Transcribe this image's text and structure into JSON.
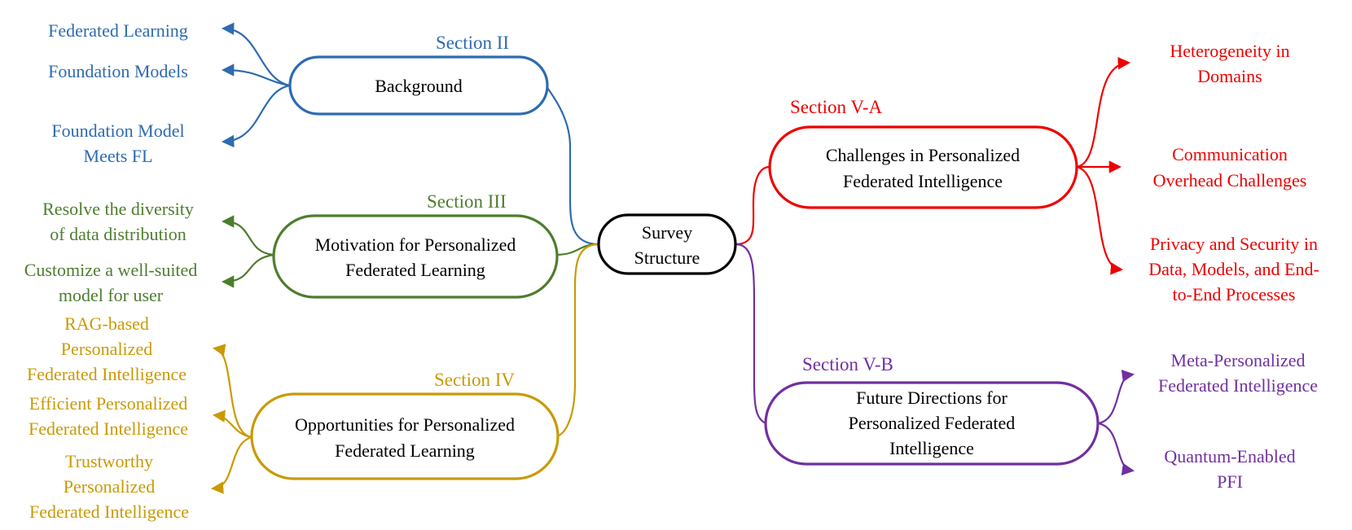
{
  "center": {
    "line1": "Survey",
    "line2": "Structure"
  },
  "colors": {
    "blue": "#2e6bb0",
    "green": "#4e7d2e",
    "gold": "#c99a05",
    "red": "#ee0000",
    "purple": "#7030a0",
    "black": "#000000"
  },
  "sections": {
    "s2": {
      "label": "Section II",
      "node": "Background",
      "leaves": [
        "Federated Learning",
        "Foundation Models",
        "Foundation Model",
        "Meets FL"
      ]
    },
    "s3": {
      "label": "Section III",
      "node_line1": "Motivation for Personalized",
      "node_line2": "Federated Learning",
      "leaves": [
        "Resolve the diversity",
        "of data distribution",
        "Customize a well-suited",
        "model for user"
      ]
    },
    "s4": {
      "label": "Section IV",
      "node_line1": "Opportunities for Personalized",
      "node_line2": "Federated Learning",
      "leaves": [
        "RAG-based",
        "Personalized",
        "Federated Intelligence",
        "Efficient Personalized",
        "Federated Intelligence",
        "Trustworthy",
        "Personalized",
        "Federated Intelligence"
      ]
    },
    "s5a": {
      "label": "Section V-A",
      "node_line1": "Challenges in Personalized",
      "node_line2": "Federated Intelligence",
      "leaves": [
        "Heterogeneity in",
        "Domains",
        "Communication",
        "Overhead Challenges",
        "Privacy and Security in",
        "Data, Models, and End-",
        "to-End Processes"
      ]
    },
    "s5b": {
      "label": "Section V-B",
      "node_line1": "Future Directions for",
      "node_line2": "Personalized Federated",
      "node_line3": "Intelligence",
      "leaves": [
        "Meta-Personalized",
        "Federated Intelligence",
        "Quantum-Enabled",
        "PFI"
      ]
    }
  }
}
